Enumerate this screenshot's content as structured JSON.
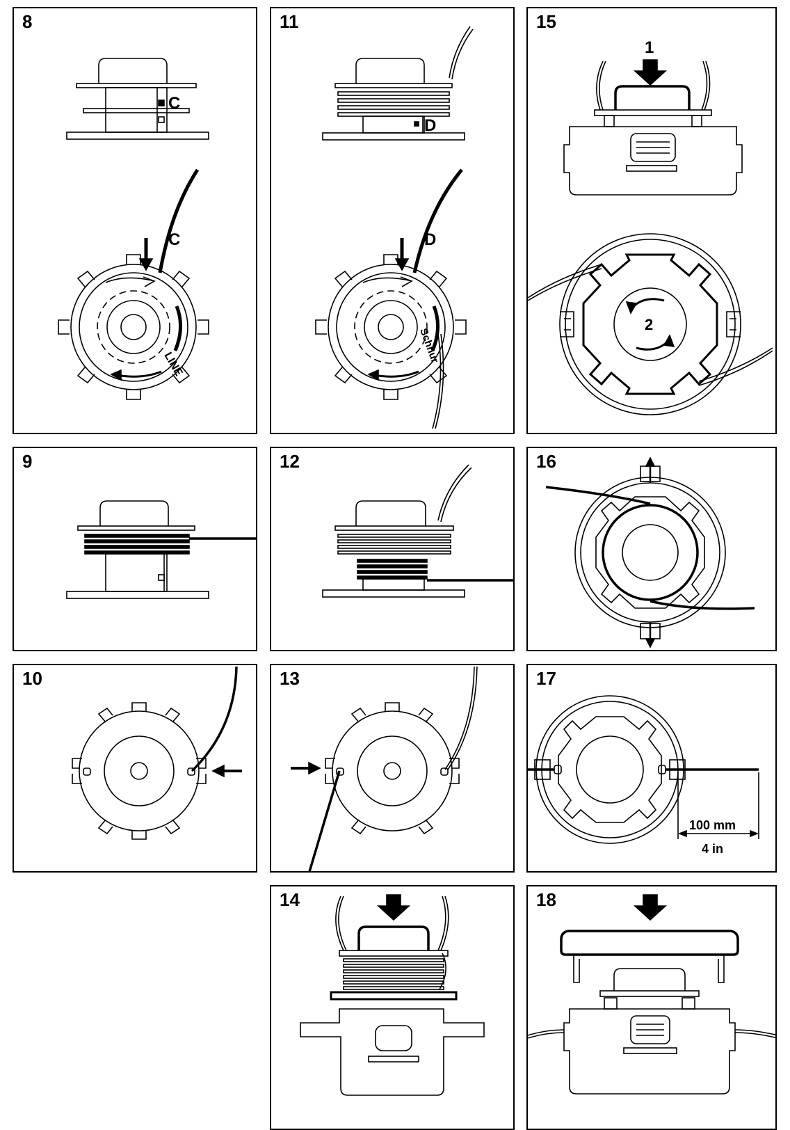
{
  "panels": {
    "p8": {
      "number": "8",
      "label_top": "C",
      "label_bottom": "C",
      "spool_text": "LINE"
    },
    "p11": {
      "number": "11",
      "label_top": "D",
      "label_bottom": "D",
      "spool_text": "Schnur"
    },
    "p15": {
      "number": "15",
      "step1": "1",
      "step2": "2"
    },
    "p9": {
      "number": "9"
    },
    "p12": {
      "number": "12"
    },
    "p16": {
      "number": "16"
    },
    "p10": {
      "number": "10"
    },
    "p13": {
      "number": "13"
    },
    "p17": {
      "number": "17",
      "dim_mm": "100 mm",
      "dim_in": "4 in"
    },
    "p14": {
      "number": "14"
    },
    "p18": {
      "number": "18"
    }
  }
}
